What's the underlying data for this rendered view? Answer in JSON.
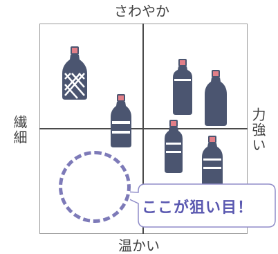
{
  "axes": {
    "top": "さわやか",
    "bottom": "温かい",
    "left": "繊細",
    "right": "力強い"
  },
  "callout": {
    "text": "ここが狙い目！"
  },
  "colors": {
    "bottle_body": "#4b5570",
    "bottle_cap": "#e27f88",
    "circle": "#7d7ab8",
    "callout_text": "#5a58b0",
    "callout_border": "#8f8cc8"
  },
  "bottles": [
    {
      "icon": "pet-bottle-icon",
      "quadrant": "top-left"
    },
    {
      "icon": "bottle-icon",
      "quadrant": "top-left"
    },
    {
      "icon": "bottle-icon",
      "quadrant": "top-right"
    },
    {
      "icon": "bottle-icon",
      "quadrant": "top-right"
    },
    {
      "icon": "bottle-icon",
      "quadrant": "bottom-right"
    },
    {
      "icon": "bottle-icon",
      "quadrant": "bottom-right"
    }
  ]
}
